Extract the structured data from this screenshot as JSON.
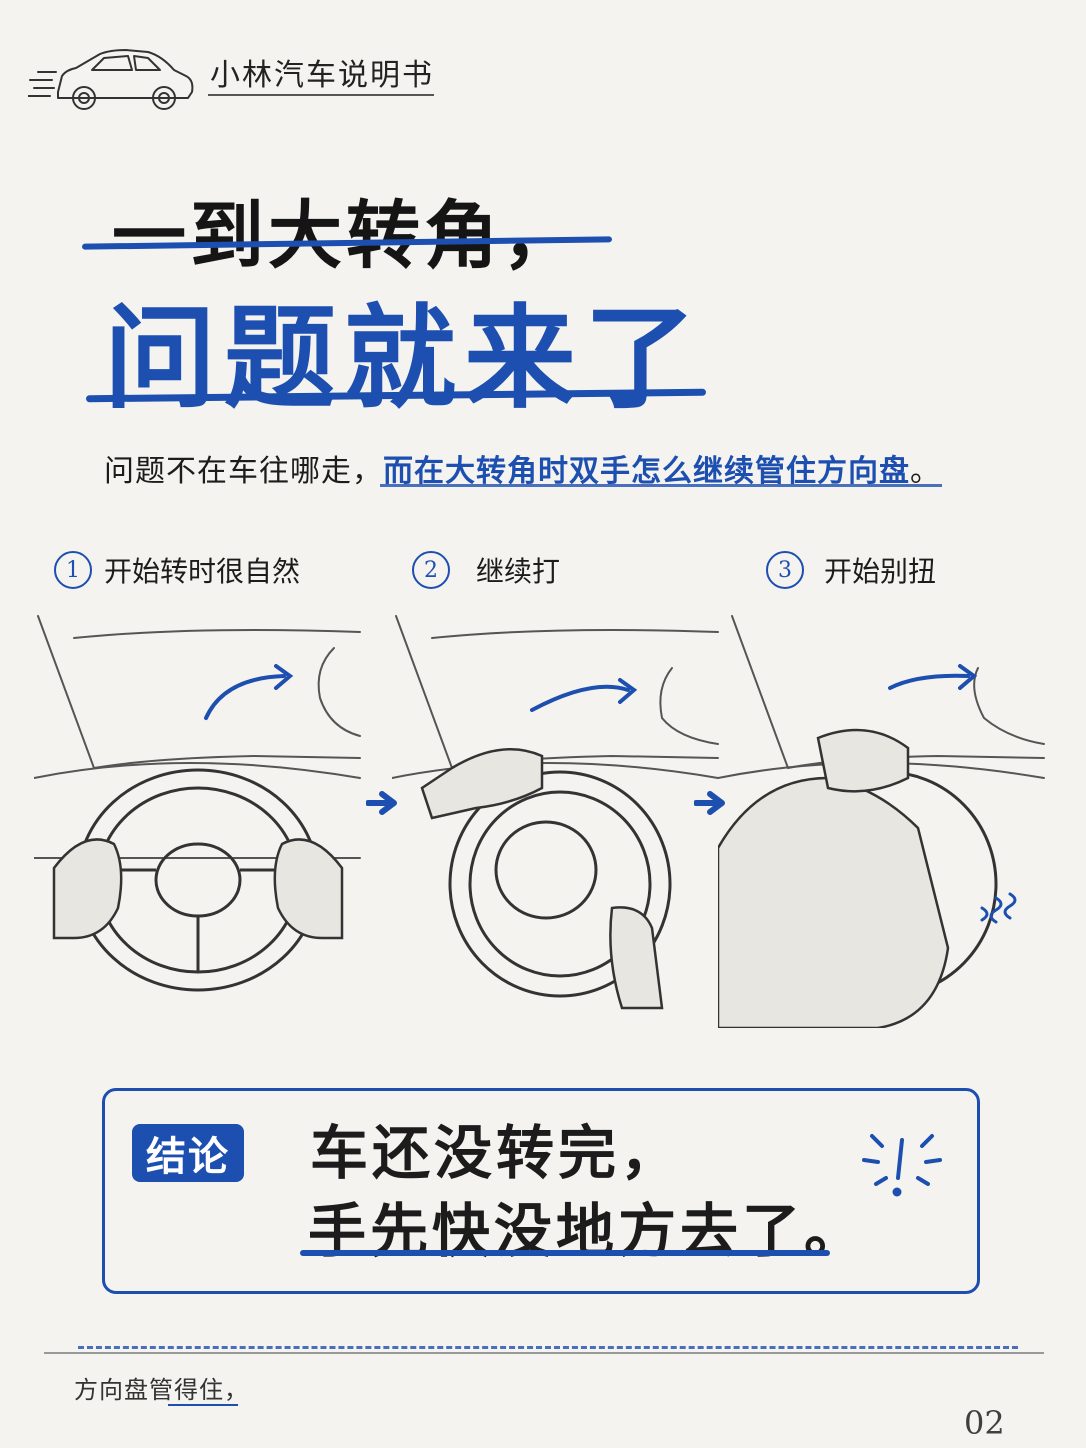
{
  "brand": {
    "name": "小林汽车说明书"
  },
  "title": {
    "line1": "一到大转角，",
    "line2": "问题就来了"
  },
  "subtitle": {
    "plain": "问题不在车往哪走，",
    "highlight": "而在大转角时双手怎么继续管住方向盘",
    "end": "。"
  },
  "steps": [
    {
      "num": "1",
      "label": "开始转时很自然"
    },
    {
      "num": "2",
      "label": "继续打"
    },
    {
      "num": "3",
      "label": "开始别扭"
    }
  ],
  "conclusion": {
    "badge": "结论",
    "line1": "车还没转完，",
    "line2": "手先快没地方去了。"
  },
  "footer": {
    "text": "方向盘管得住，",
    "page": "02"
  },
  "colors": {
    "accent": "#1d4fb0",
    "ink": "#1c1c1c",
    "paper": "#f4f3ef"
  }
}
